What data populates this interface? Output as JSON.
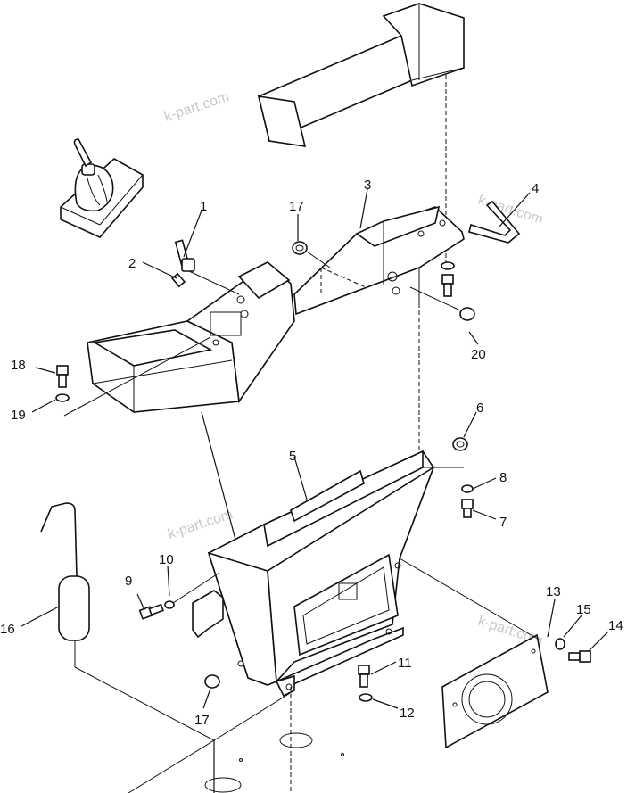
{
  "watermark": "k-part.com",
  "callouts": [
    {
      "id": "1",
      "text": "1"
    },
    {
      "id": "2",
      "text": "2"
    },
    {
      "id": "3",
      "text": "3"
    },
    {
      "id": "4",
      "text": "4"
    },
    {
      "id": "5",
      "text": "5"
    },
    {
      "id": "6",
      "text": "6"
    },
    {
      "id": "7",
      "text": "7"
    },
    {
      "id": "8",
      "text": "8"
    },
    {
      "id": "9",
      "text": "9"
    },
    {
      "id": "10",
      "text": "10"
    },
    {
      "id": "11",
      "text": "11"
    },
    {
      "id": "12",
      "text": "12"
    },
    {
      "id": "13",
      "text": "13"
    },
    {
      "id": "14",
      "text": "14"
    },
    {
      "id": "15",
      "text": "15"
    },
    {
      "id": "16",
      "text": "16"
    },
    {
      "id": "17a",
      "text": "17"
    },
    {
      "id": "17b",
      "text": "17"
    },
    {
      "id": "18",
      "text": "18"
    },
    {
      "id": "19",
      "text": "19"
    },
    {
      "id": "20",
      "text": "20"
    }
  ]
}
